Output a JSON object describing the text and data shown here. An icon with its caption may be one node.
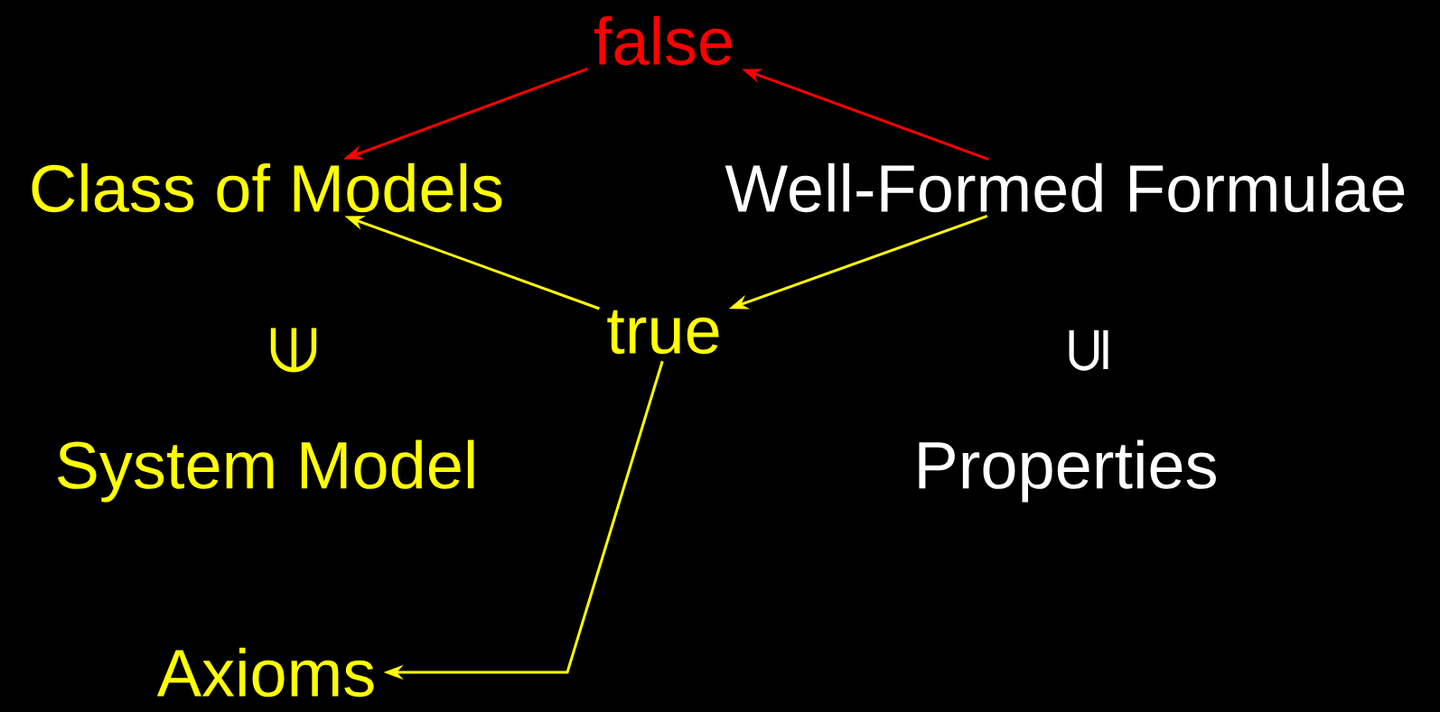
{
  "diagram": {
    "nodes": [
      {
        "text": [
          "false"
        ]
      },
      {
        "text": [
          "Class of Models"
        ]
      },
      {
        "text": [
          "Well-Formed Formulae"
        ]
      },
      {
        "text": [
          "true"
        ]
      },
      {
        "text": [
          "System Model"
        ]
      },
      {
        "text": [
          "Properties"
        ]
      },
      {
        "text": [
          "Axioms"
        ]
      }
    ],
    "edges": [
      {
        "from": 0,
        "to": 1,
        "arrow": "to",
        "color": "#ff0000"
      },
      {
        "from": 2,
        "to": 0,
        "arrow": "to",
        "color": "#ff0000"
      },
      {
        "from": 3,
        "to": 1,
        "arrow": "to"
      },
      {
        "from": 2,
        "to": 3,
        "arrow": "to"
      },
      {
        "from": 3,
        "to": 6,
        "arrow": "to"
      }
    ],
    "labels": [
      "∈",
      "⊆"
    ]
  }
}
